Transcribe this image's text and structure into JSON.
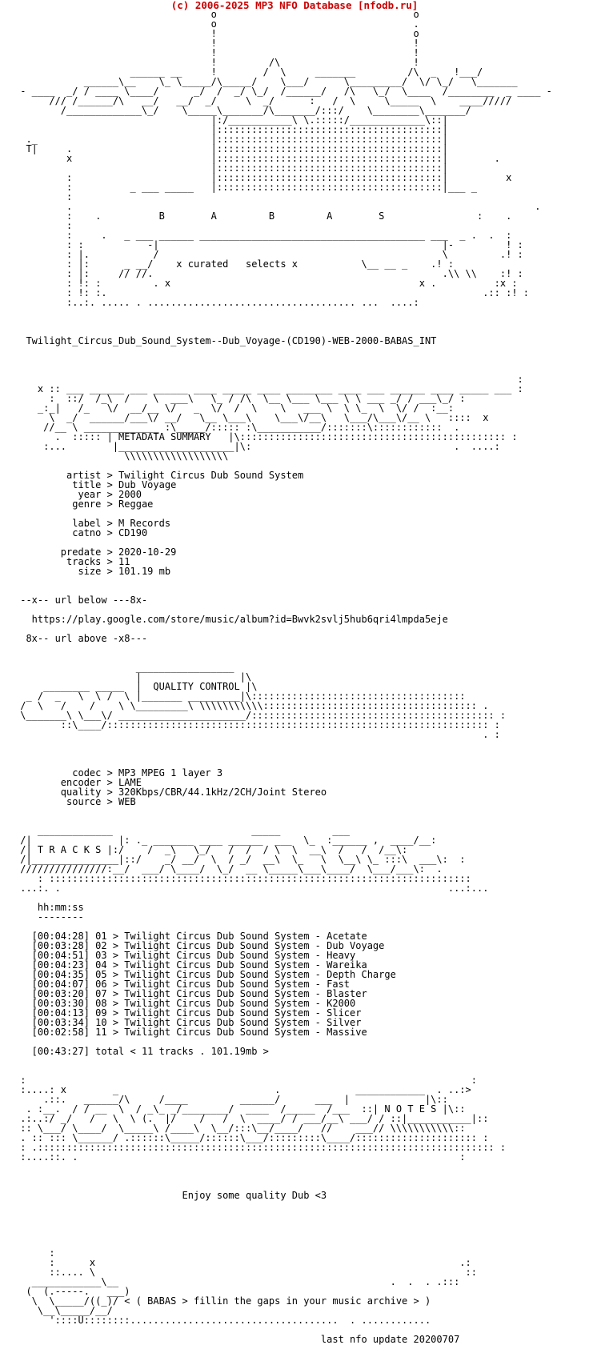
{
  "header": {
    "credit": "(c) 2006-2025 MP3 NFO Database [nfodb.ru]",
    "accent_color": "#cc0000"
  },
  "nfo": {
    "lines": [
      "                                  o                                  o",
      "                                  o                                  .",
      "                                  !                                  o",
      "                                  !                                  !",
      "                                  !                                  !",
      "                                  !         /\\                       !",
      "                    ______ __     !        /  \\     _______         /\\  _   !___/",
      "            ______\\__    \\_ \\_____/\\_____/    \\___/      \\_________/  \\/ \\_/   \\_______",
      " - ____  _/ / ____ \\____/      _/  /  _/ \\_/  /______/   /\\   \\_/  \\____  /________  _ ____ -",
      "      /// /______/\\   __/   __/  _/     \\  _/      :   /  \\     \\_____  \\    ____/////",
      "        /_____________\\_/    \\_____\\_______/\\_______/:::/    \\________\\_______/",
      "                                  |:/___________\\ \\.:::::/_____________\\::|",
      "                                  |:::::::::::::::::::::::::::::::::::::::|",
      "  ._                              |:::::::::::::::::::::::::::::::::::::::|",
      "  T|     .                        |:::::::::::::::::::::::::::::::::::::::|",
      "         x                        |:::::::::::::::::::::::::::::::::::::::|        .",
      "                                  |:::::::::::::::::::::::::::::::::::::::|",
      "         :                        |:::::::::::::::::::::::::::::::::::::::|          x",
      "         :          _ ___ _____   |:::::::::::::::::::::::::::::::::::::::|___ _",
      "         :",
      "         .                                                                                .",
      "         :    .          B        A         B         A        S                :    .",
      "         :",
      "         :     .   _ ___ ______ _______________________________________ ___  _ .  .  :",
      "         : :           -|                                                 |-         ! :",
      "         : |.           /                                                 \\         .! :",
      "         : |:      _ __/    x curated   selects x           \\__ __ _    .! :",
      "         : |:     // //.                                                  .\\\\ \\\\    :! :",
      "         : !: :         . x                                           x .          :x :",
      "         : !: :.                                                                 .:: :! :",
      "         :..:. ..... . .................................... ...  ....:",
      "",
      "",
      "",
      "  Twilight_Circus_Dub_Sound_System--Dub_Voyage-(CD190)-WEB-2000-BABAS_INT",
      "",
      "",
      "",
      "                                                                                       :",
      "    x :: ___ ______ ___ ______ ____ _____ ____ ________ ____ ___ ______ ____ _____ ___ :",
      "      :  ::/  /_\\  /    \\  ___\\   \\_ / /\\  \\__ \\___ \\___ \\ \\ ___ _/ / ___\\_/ :",
      "    _:_|   /_   \\/  __/__ \\/   _  \\/  /  \\    \\   ___ \\  \\ \\_  \\  \\/ /  :__:",
      "      \\  _/  ______/___\\/ __/   \\__ \\___\\    \\___\\/__\\   \\___/\\___\\/__ \\   ::::  x",
      "     //__ \\ _____________ :\\_____/::::: :\\___________/:::::::\\::::::::::::  .",
      "       .  ::::: | METADATA SUMMARY   |\\:::::::::::::::::::::::::::::::::::::::::::::: :",
      "     :...        |____________________|\\:                                   .  ....:",
      "                   \\\\\\\\\\\\\\\\\\\\\\\\\\\\\\\\\\\\",
      "",
      "         artist > Twilight Circus Dub Sound System",
      "          title > Dub Voyage",
      "           year > 2000",
      "          genre > Reggae",
      "",
      "          label > M Records",
      "          catno > CD190",
      "",
      "        predate > 2020-10-29",
      "         tracks > 11",
      "           size > 101.19 mb",
      "",
      "",
      " --x-- url below ---8x-",
      "",
      "   https://play.google.com/store/music/album?id=Bwvk2svlj5hub6qri4lmpda5eje",
      "",
      "  8x-- url above -x8---",
      "",
      "",
      "                     _________________",
      "                     |                 |\\",
      "     ________ _____  |  QUALITY CONTROL |\\",
      "  _ /  _   \\  \\ /  \\ |_______ _________|\\:::::::::::::::::::::::::::::::::::::",
      " /  \\   /    /    \\ \\_________\\ \\\\\\\\\\\\\\\\\\\\\\::::::::::::::::::::::::::::::::::::: .",
      " \\_______\\ \\___\\/ ______________________/:::::::::::::::::::::::::::::::::::::::::: :",
      "        ::\\____/:::::::::::::::::::::::::::::::::::::::::::::::::::::::::::::::::: :",
      "                                                                                 . :",
      "",
      "",
      "",
      "          codec > MP3 MPEG 1 layer 3",
      "        encoder > LAME",
      "        quality > 320Kbps/CBR/44.1kHz/2CH/Joint Stereo",
      "         source > WEB",
      "",
      "",
      "    _____________                        _____         ___",
      " /|               |: ._ _______ ____ ______  ___  \\_  :______ ,  ____/__:",
      " /| T R A C K S |:/    /  _\\   \\_/   /  /  / \\  \\  __\\  /   /  /__\\:",
      " /|_______________|::/    _/ __/  \\  / _/  __\\  \\_   \\  \\__\\ \\_ :::\\  ___\\:  :",
      " ///////////////:__/  ___/ \\____/  \\_/  __ \\_____\\___\\____/  \\___/___\\:  .",
      "    : :::::::::::::::::::::::::::::::::::::::::::::::::::::::::::::::::::::::::",
      " ...:. .                                                                   ...:...",
      "",
      "    hh:mm:ss",
      "    --------",
      "",
      "   [00:04:28] 01 > Twilight Circus Dub Sound System - Acetate",
      "   [00:03:28] 02 > Twilight Circus Dub Sound System - Dub Voyage",
      "   [00:04:51] 03 > Twilight Circus Dub Sound System - Heavy",
      "   [00:04:23] 04 > Twilight Circus Dub Sound System - Wareika",
      "   [00:04:35] 05 > Twilight Circus Dub Sound System - Depth Charge",
      "   [00:04:07] 06 > Twilight Circus Dub Sound System - Fast",
      "   [00:03:20] 07 > Twilight Circus Dub Sound System - Blaster",
      "   [00:03:30] 08 > Twilight Circus Dub Sound System - K2000",
      "   [00:04:13] 09 > Twilight Circus Dub Sound System - Slicer",
      "   [00:03:34] 10 > Twilight Circus Dub Sound System - Silver",
      "   [00:02:58] 11 > Twilight Circus Dub Sound System - Massive",
      "",
      "   [00:43:27] total < 11 tracks . 101.19mb >",
      "",
      "",
      " :                                                                             :",
      " :....: x        _                           .             ____________  . ..:>",
      "     .::.   ______/\\     /____         ______/      ___  |             |\\::",
      "  . :__.  / / __  \\  / _\\_ _/________/  ____  /_____  /___  ::| N O T E S |\\::",
      " .:..:/ _/   /   \\  \\ (.  |/    /   /  \\  ____/ / ___/__\\ ___/ / ::|___________|::",
      " :: \\___/ \\____/  \\_____\\ /____\\  \\__/:::\\__/____/   //    ___// \\\\\\\\\\\\\\\\\\\\\\::",
      " . :: ::: \\______/ .::::::\\_____/::::::\\___/:::::::::\\____/::::::::::::::::::::: :",
      " : .::::::::::::::::::::::::::::::::::::::::::::::::::::::::::::::::::::::::::::::: :",
      " :....::. .                                                                  :",
      "",
      "",
      "",
      "                             Enjoy some quality Dub <3",
      "",
      "",
      "",
      "",
      "",
      "      :",
      "      :      x                                                               .:",
      "      ::.... \\                                                                ::",
      "   ____________\\__                                               .  .  . .:::",
      "  (  (.-----.   ___)",
      "   \\  \\_____/((_)/ < ( BABAS > fillin the gaps in your music archive > )",
      "    \\__\\_____/__/",
      "      '::::U::::::::....................................  . ............",
      "",
      "                                                     last nfo update 20200707"
    ]
  }
}
